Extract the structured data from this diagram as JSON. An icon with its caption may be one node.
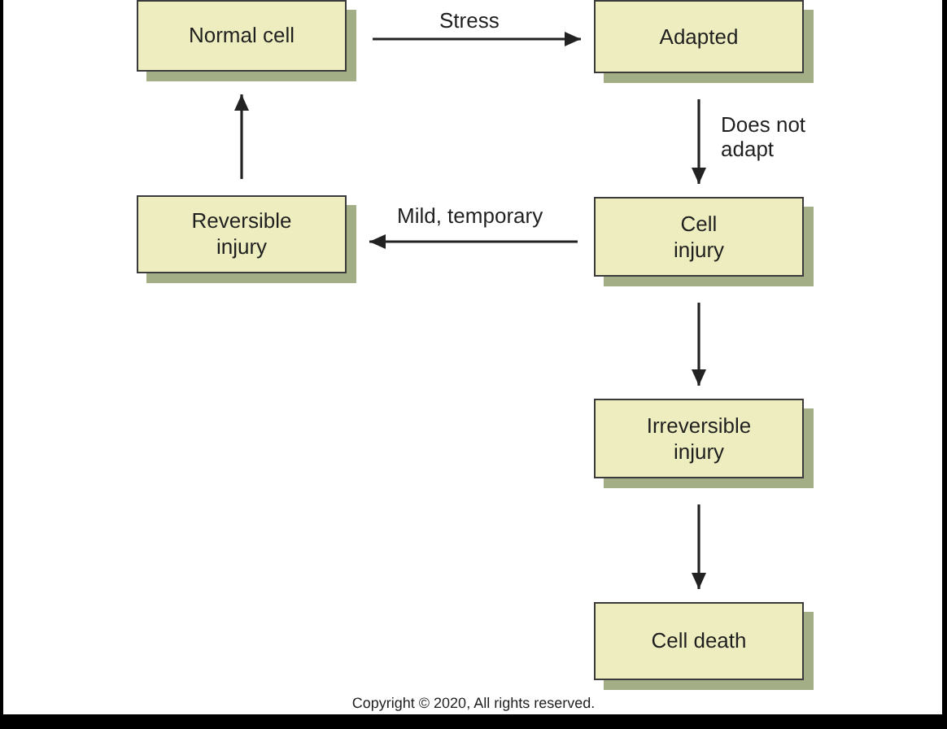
{
  "diagram": {
    "nodes": [
      {
        "text": [
          "Normal cell"
        ]
      },
      {
        "text": [
          "Adapted"
        ]
      },
      {
        "text": [
          "Reversible injury"
        ]
      },
      {
        "text": [
          "Cell injury"
        ]
      },
      {
        "text": [
          "Irreversible injury"
        ]
      },
      {
        "text": [
          "Cell death"
        ]
      }
    ],
    "edges": [
      {
        "from": 0,
        "to": 1,
        "arrow": "to",
        "label": "Stress"
      },
      {
        "from": 1,
        "to": 3,
        "arrow": "to",
        "label": "Does not adapt"
      },
      {
        "from": 3,
        "to": 2,
        "arrow": "to",
        "label": "Mild, temporary"
      },
      {
        "from": 2,
        "to": 0,
        "arrow": "to"
      },
      {
        "from": 3,
        "to": 4,
        "arrow": "to"
      },
      {
        "from": 4,
        "to": 5,
        "arrow": "to"
      }
    ],
    "labels": [
      "Copyright © 2020, All rights reserved."
    ]
  }
}
